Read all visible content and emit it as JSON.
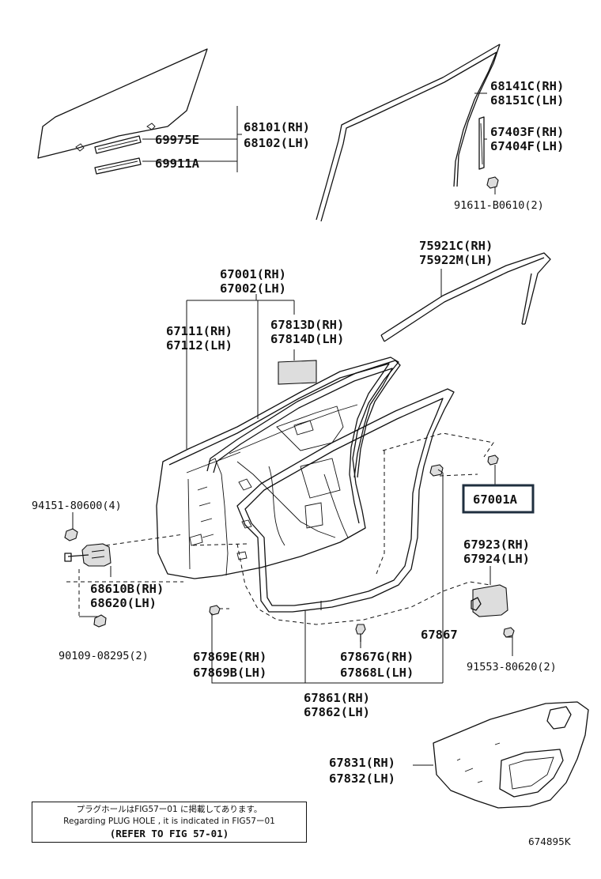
{
  "labels": {
    "glass_rh": "68101(RH)",
    "glass_lh": "68102(LH)",
    "p69975e": "69975E",
    "p69911a": "69911A",
    "run_rh": "68141C(RH)",
    "run_lh": "68151C(LH)",
    "rear_run_rh": "67403F(RH)",
    "rear_run_lh": "67404F(LH)",
    "bolt_91611": "91611-B0610(2)",
    "weather_rh": "75921C(RH)",
    "weather_lh": "75922M(LH)",
    "door_rh": "67001(RH)",
    "door_lh": "67002(LH)",
    "panel_rh": "67111(RH)",
    "panel_lh": "67112(LH)",
    "pad_rh": "67813D(RH)",
    "pad_lh": "67814D(LH)",
    "bolt_94151": "94151-80600(4)",
    "door_a": "67001A",
    "check_rh": "68610B(RH)",
    "check_lh": "68620(LH)",
    "cover_rh": "67923(RH)",
    "cover_lh": "67924(LH)",
    "bolt_90109": "90109-08295(2)",
    "clip_67867": "67867",
    "bolt_91553": "91553-80620(2)",
    "clip_rh": "67869E(RH)",
    "clip_lh": "67869B(LH)",
    "clipg_rh": "67867G(RH)",
    "clipg_lh": "67868L(LH)",
    "strip_rh": "67861(RH)",
    "strip_lh": "67862(LH)",
    "trim_rh": "67831(RH)",
    "trim_lh": "67832(LH)"
  },
  "note": {
    "line1": "プラグホールはFIG57ー01 に掲載してあります。",
    "line2": "Regarding PLUG HOLE , it is indicated in FIG57ー01",
    "line3": "(REFER TO FIG 57-01)"
  },
  "figure_id": "674895K"
}
